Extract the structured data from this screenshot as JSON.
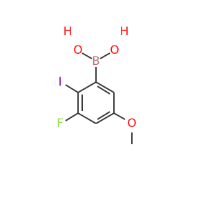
{
  "molecule": {
    "atoms": {
      "boron": {
        "symbol": "B",
        "color": "#b5747c"
      },
      "hydroxyl_left_o": {
        "symbol": "O",
        "color": "#ff0d0d"
      },
      "hydroxyl_left_h": {
        "symbol": "H",
        "color": "#ff0d0d"
      },
      "hydroxyl_right_o": {
        "symbol": "O",
        "color": "#ff0d0d"
      },
      "hydroxyl_right_h": {
        "symbol": "H",
        "color": "#ff0d0d"
      },
      "iodine": {
        "symbol": "I",
        "color": "#940094"
      },
      "fluorine": {
        "symbol": "F",
        "color": "#90e050"
      },
      "methoxy_o": {
        "symbol": "O",
        "color": "#ff0d0d"
      }
    },
    "bond_color": "#3a3a3a"
  }
}
